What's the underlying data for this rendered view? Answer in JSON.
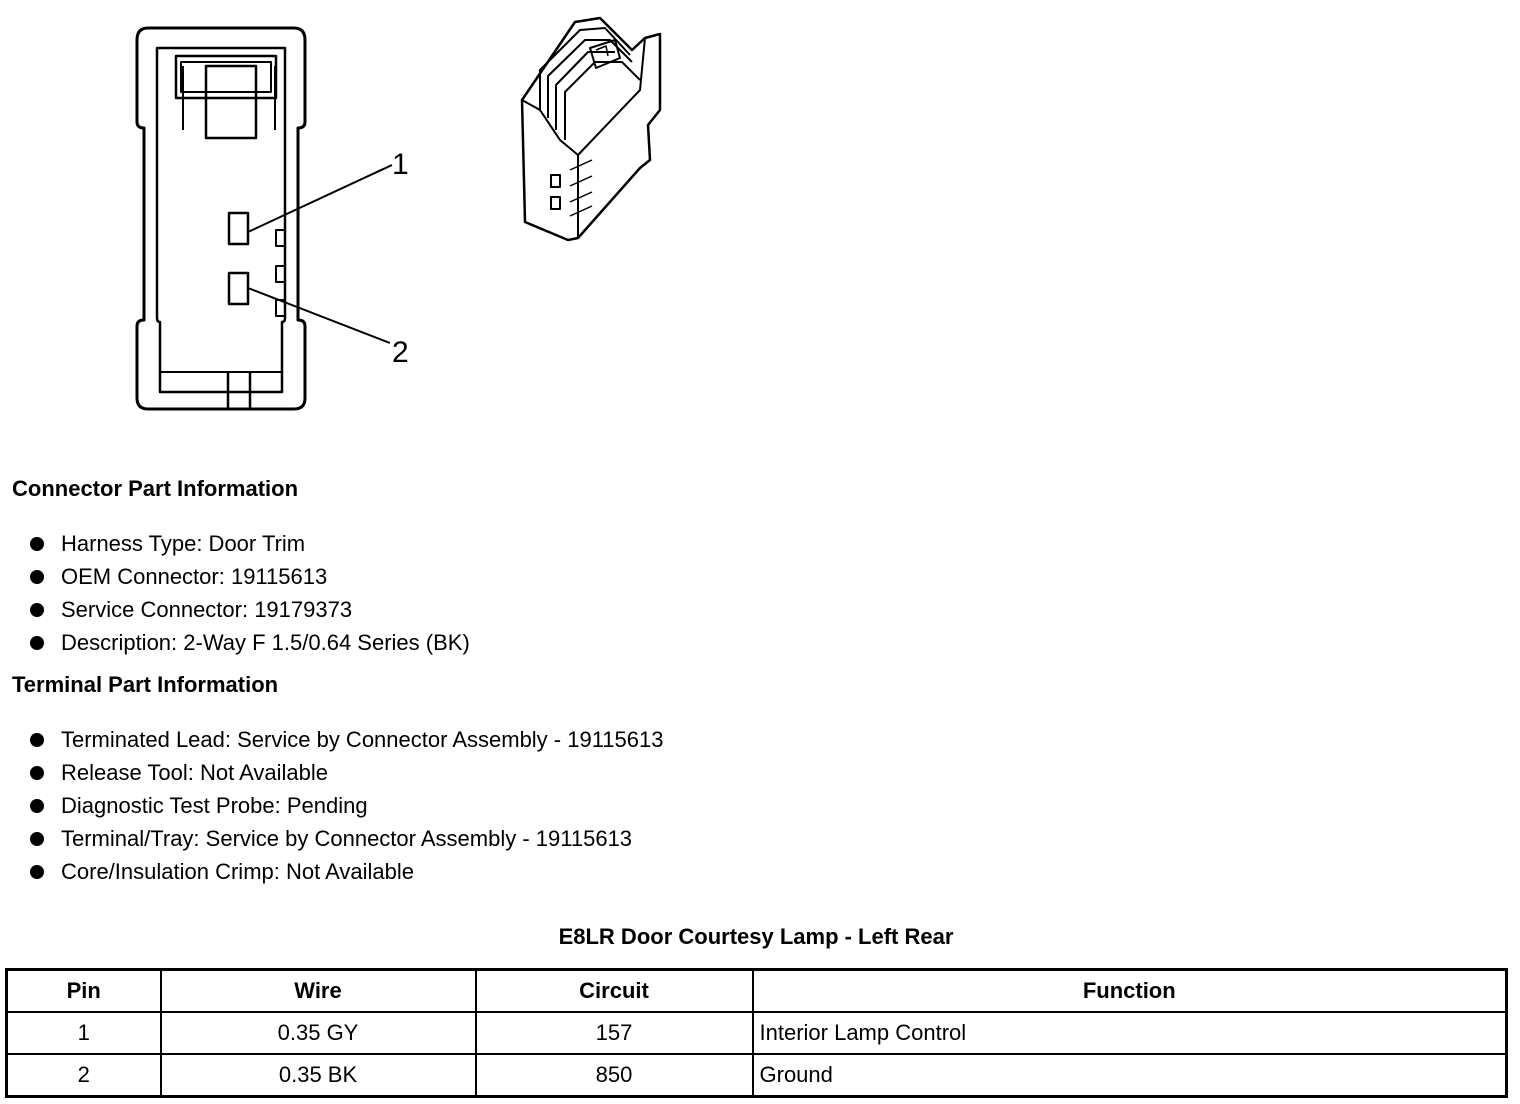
{
  "diagram": {
    "callouts": [
      "1",
      "2"
    ]
  },
  "connector_info": {
    "title": "Connector Part Information",
    "items": [
      "Harness Type: Door Trim",
      "OEM Connector: 19115613",
      "Service Connector: 19179373",
      "Description: 2-Way F 1.5/0.64 Series (BK)"
    ]
  },
  "terminal_info": {
    "title": "Terminal Part Information",
    "items": [
      "Terminated Lead: Service by Connector Assembly - 19115613",
      "Release Tool: Not Available",
      "Diagnostic Test Probe: Pending",
      "Terminal/Tray: Service by Connector Assembly - 19115613",
      "Core/Insulation Crimp: Not Available"
    ]
  },
  "pin_table": {
    "title": "E8LR Door Courtesy Lamp - Left Rear",
    "headers": [
      "Pin",
      "Wire",
      "Circuit",
      "Function"
    ],
    "rows": [
      [
        "1",
        "0.35 GY",
        "157",
        "Interior Lamp Control"
      ],
      [
        "2",
        "0.35 BK",
        "850",
        "Ground"
      ]
    ]
  }
}
